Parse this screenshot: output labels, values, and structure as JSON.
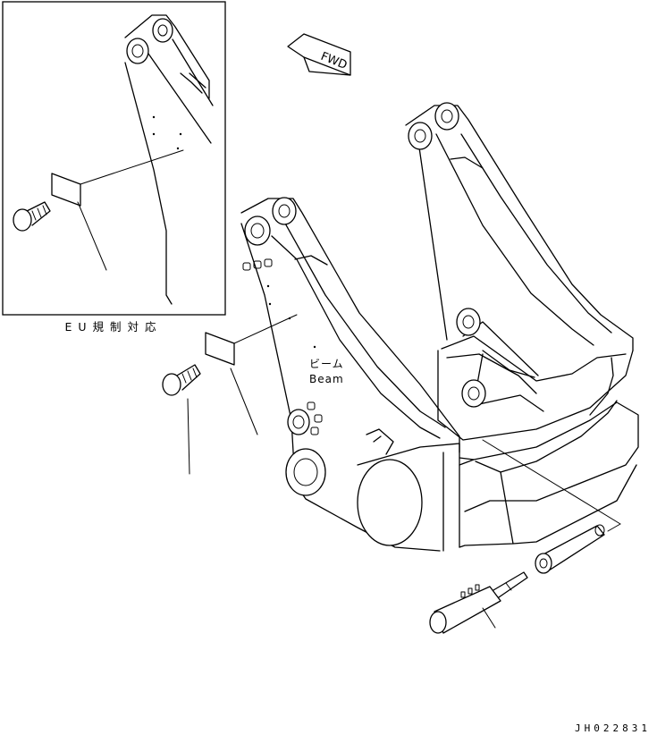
{
  "inset": {
    "caption": "EU規制対応"
  },
  "direction_arrow": {
    "label": "FWD"
  },
  "boom_label": {
    "jp": "ビーム",
    "en": "Beam"
  },
  "drawing_id": "JH022831",
  "colors": {
    "line": "#000000",
    "background": "#ffffff"
  }
}
